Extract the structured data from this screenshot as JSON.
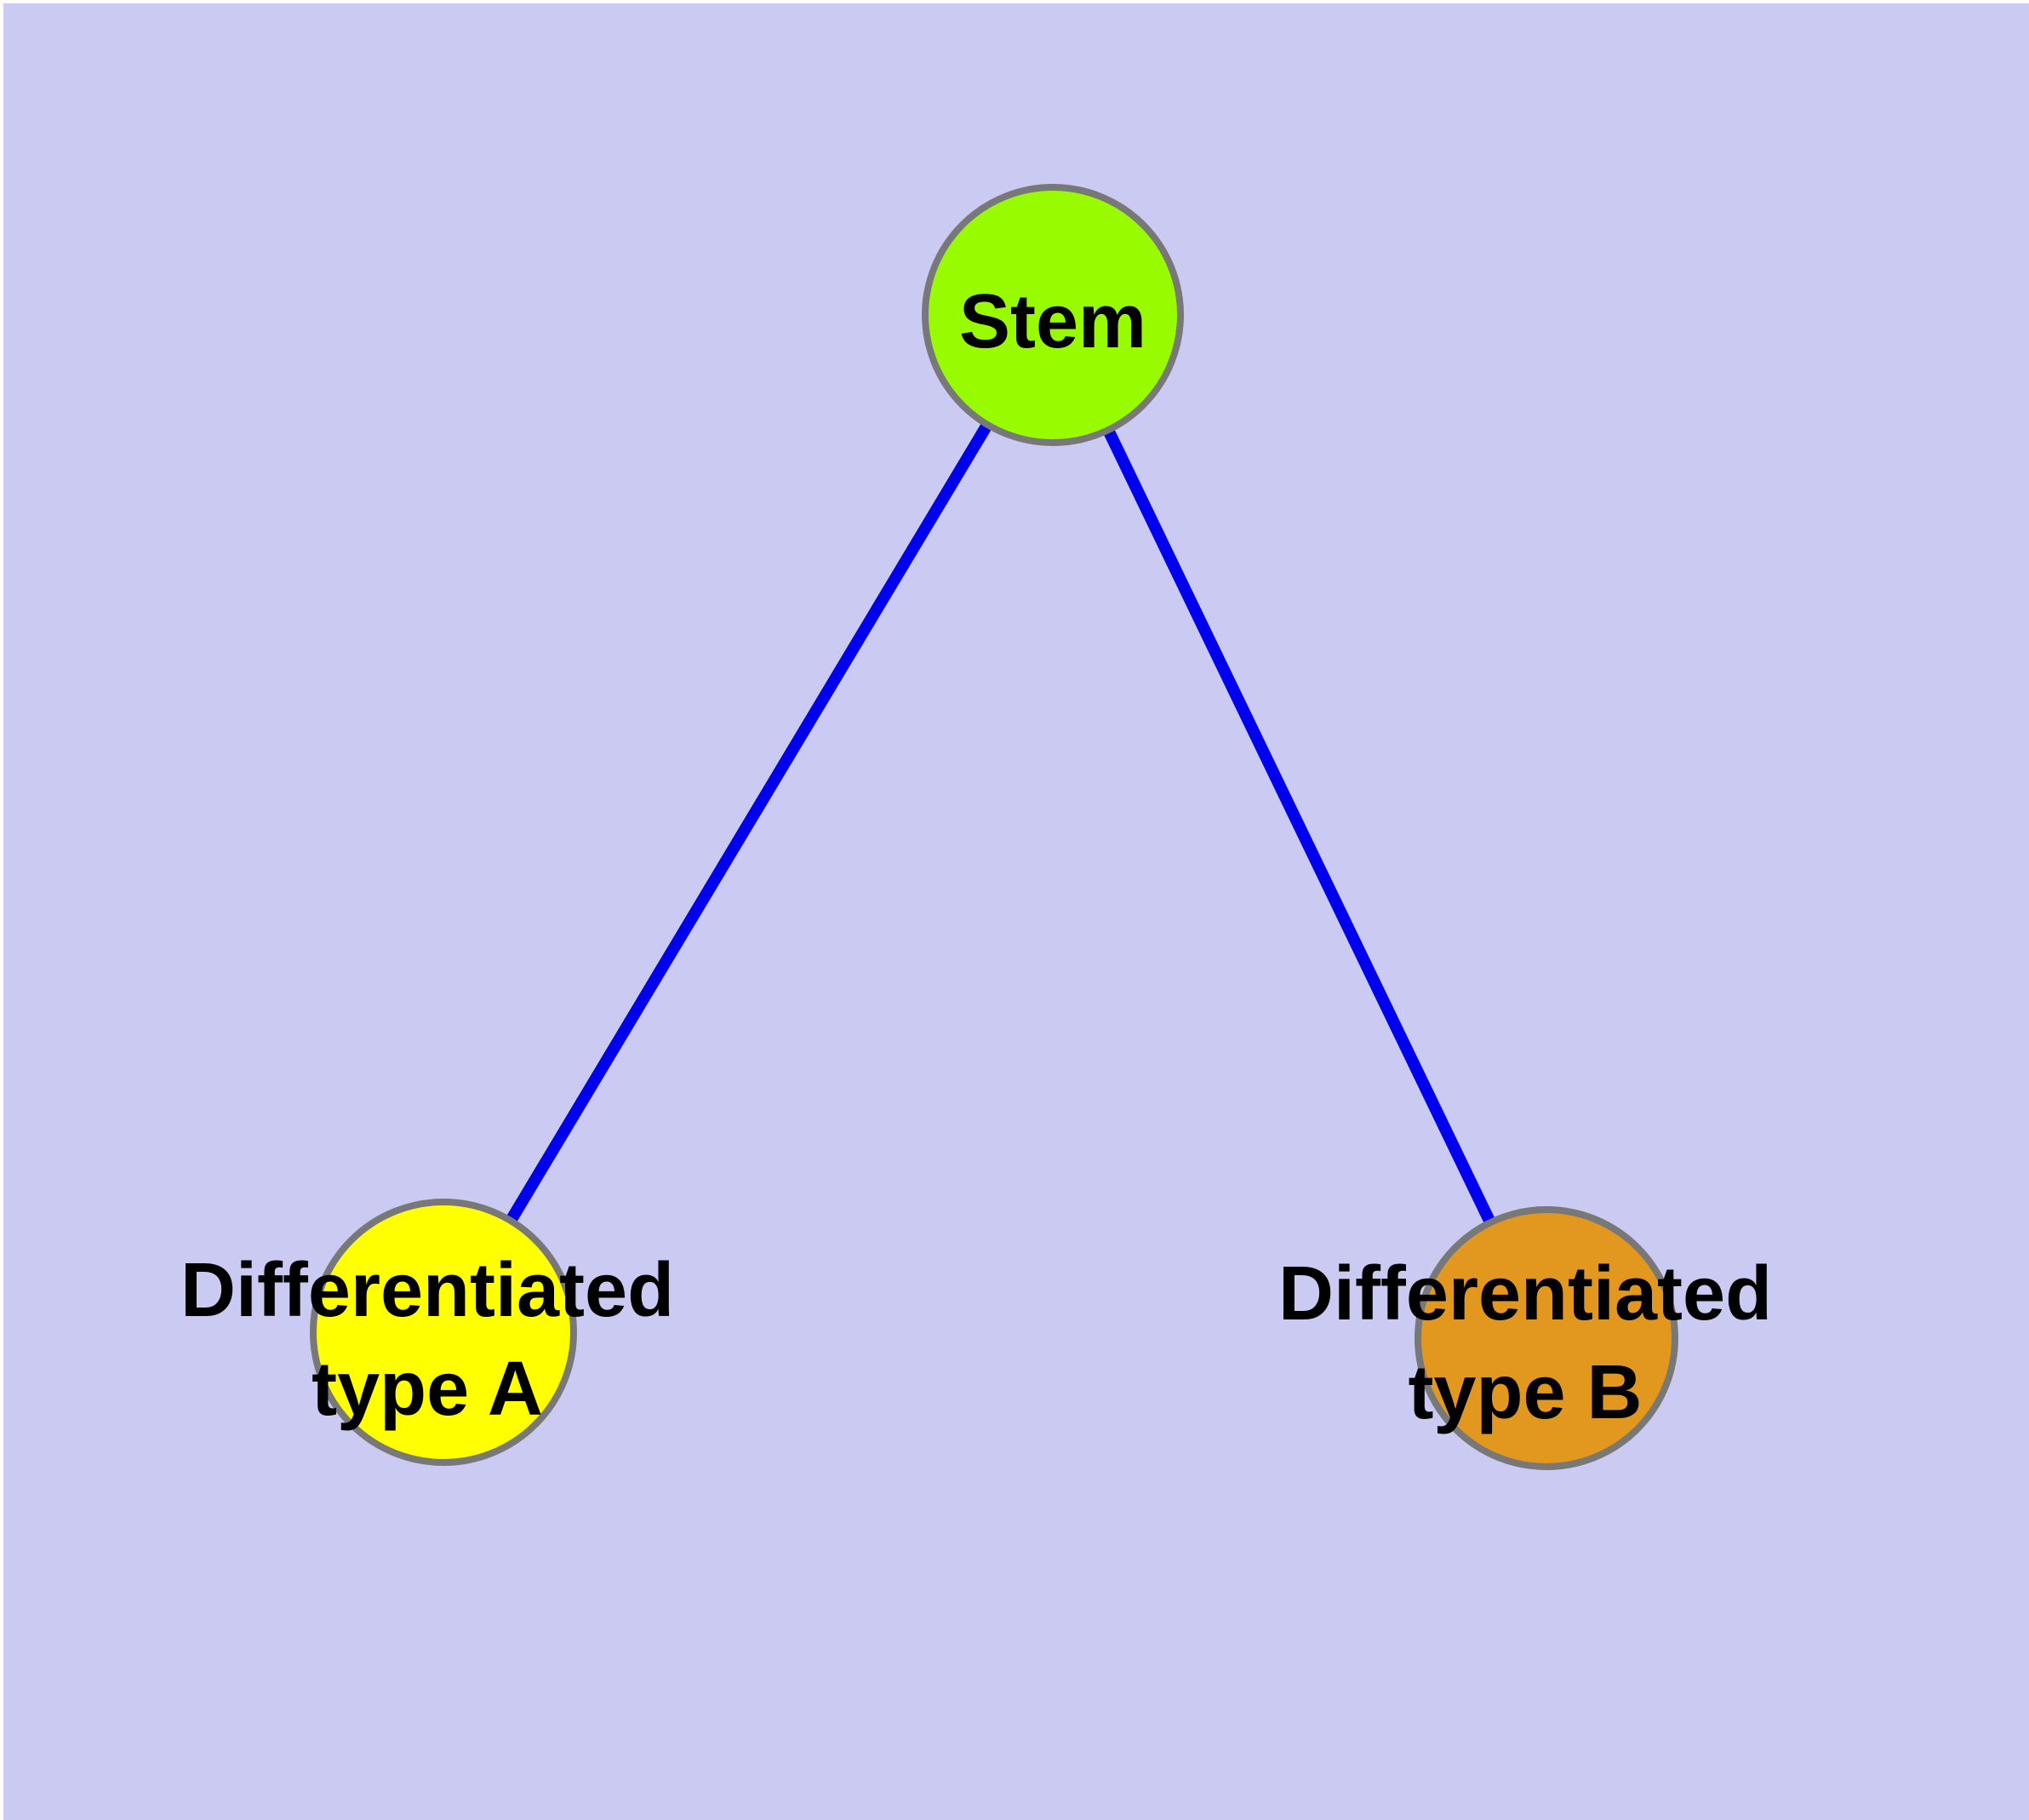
{
  "diagram": {
    "background_color": "#CACAF2",
    "margin_color": "#FFFFFF",
    "text_color": "#000000",
    "node_border_color": "#787878",
    "edge_color": "#0000EE",
    "nodes": {
      "stem": {
        "label": "Stem",
        "fill": "#99FB00"
      },
      "type_a": {
        "line1": "Differentiated",
        "line2": "type A",
        "fill": "#FFFF00"
      },
      "type_b": {
        "line1": "Differentiated",
        "line2": "type B",
        "fill": "#E2981E"
      }
    },
    "edges": [
      {
        "from": "Stem",
        "to": "Differentiated type A"
      },
      {
        "from": "Stem",
        "to": "Differentiated type B"
      }
    ]
  }
}
